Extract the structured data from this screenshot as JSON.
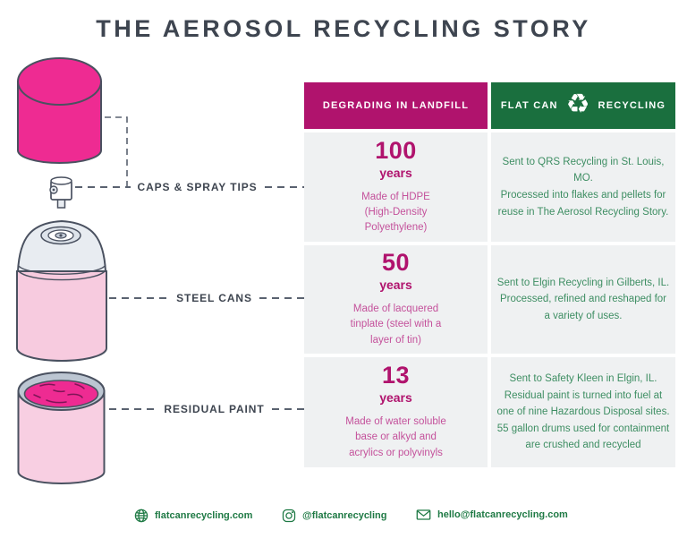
{
  "title": "THE AEROSOL RECYCLING STORY",
  "colors": {
    "magenta_header": "#B0136D",
    "green_header": "#1A6F3E",
    "hot_pink": "#EE2B92",
    "light_pink": "#F7CBDF",
    "pink_text": "#C4519B",
    "green_text": "#3E8E63",
    "footer_green": "#1F7A45",
    "ink": "#3E4550",
    "cell_background": "#EFF1F2"
  },
  "table": {
    "landfill_header": "DEGRADING IN LANDFILL",
    "recycling_header": {
      "left": "FLAT CAN",
      "icon_glyph": "♻",
      "right": "RECYCLING"
    },
    "rows": [
      {
        "label": "CAPS & SPRAY TIPS",
        "years_value": "100",
        "years_unit": "years",
        "made_of_lines": [
          "Made of HDPE",
          "(High-Density",
          "Polyethylene)"
        ],
        "recycling_lines": [
          "Sent to QRS Recycling in St. Louis, MO.",
          "Processed into flakes and pellets for",
          "reuse in The Aerosol Recycling Story."
        ]
      },
      {
        "label": "STEEL CANS",
        "years_value": "50",
        "years_unit": "years",
        "made_of_lines": [
          "Made of lacquered",
          "tinplate (steel with a",
          "layer of tin)"
        ],
        "recycling_lines": [
          "Sent to Elgin Recycling in Gilberts, IL.",
          "Processed, refined and reshaped for",
          "a variety of uses."
        ]
      },
      {
        "label": "RESIDUAL PAINT",
        "years_value": "13",
        "years_unit": "years",
        "made_of_lines": [
          "Made of water soluble",
          "base or alkyd and",
          "acrylics or polyvinyls"
        ],
        "recycling_lines": [
          "Sent to Safety Kleen in Elgin, IL.",
          "Residual paint is turned into fuel at",
          "one of nine Hazardous Disposal sites.",
          "55 gallon drums used for containment",
          "are crushed and recycled"
        ]
      }
    ]
  },
  "footer": {
    "website": "flatcanrecycling.com",
    "instagram": "@flatcanrecycling",
    "email": "hello@flatcanrecycling.com"
  },
  "icons": {
    "recycle": "recycle-symbol",
    "globe": "globe-icon",
    "instagram": "instagram-icon",
    "email": "envelope-icon"
  }
}
